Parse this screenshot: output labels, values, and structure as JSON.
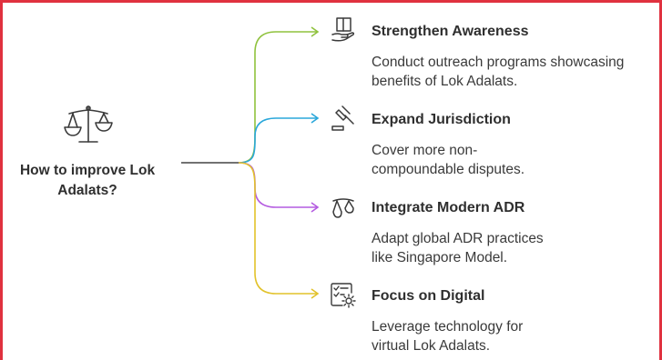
{
  "root": {
    "label": "How to improve Lok Adalats?",
    "icon": "scales-of-justice-icon"
  },
  "items": [
    {
      "title": "Strengthen Awareness",
      "desc1": "Conduct outreach programs showcasing",
      "desc2": "benefits of Lok Adalats.",
      "icon": "book-in-hand-icon",
      "color": "#8fc23d"
    },
    {
      "title": "Expand Jurisdiction",
      "desc1": "Cover more non-",
      "desc2": "compoundable disputes.",
      "icon": "gavel-icon",
      "color": "#2aa7da"
    },
    {
      "title": "Integrate Modern ADR",
      "desc1": "Adapt global ADR practices",
      "desc2": "like Singapore Model.",
      "icon": "scale-pans-icon",
      "color": "#b45be0"
    },
    {
      "title": "Focus on Digital",
      "desc1": "Leverage technology for",
      "desc2": "virtual Lok Adalats.",
      "icon": "digital-checklist-gear-icon",
      "color": "#e2c22a"
    }
  ],
  "colors": {
    "border": "#e0313f",
    "text": "#2f2f2f",
    "icon": "#3a3a3a"
  }
}
